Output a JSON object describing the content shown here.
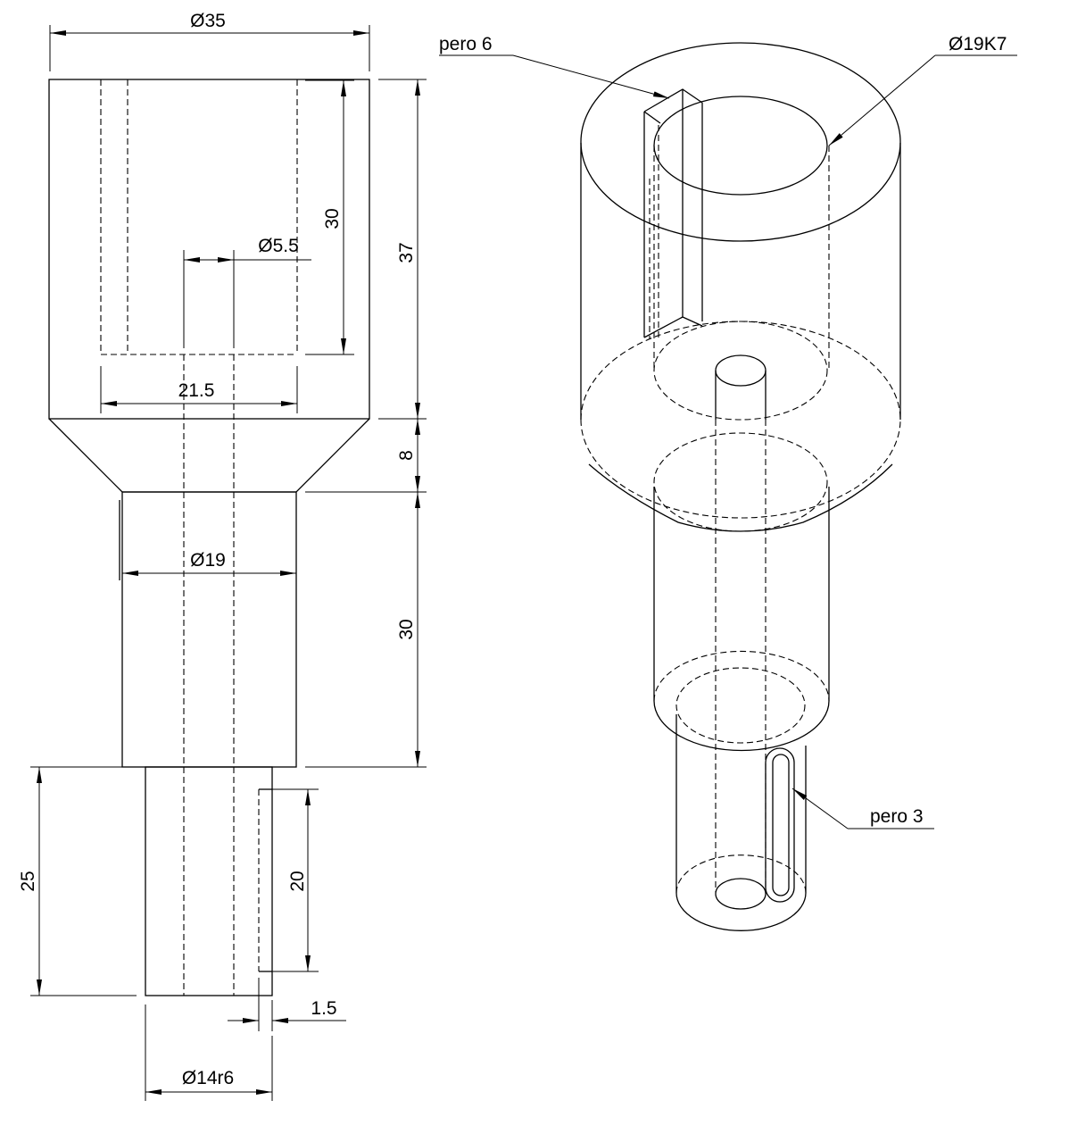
{
  "orthographic_view": {
    "dimensions": {
      "d35": "Ø35",
      "d5_5": "Ø5.5",
      "h30_bore": "30",
      "h37": "37",
      "w21_5": "21.5",
      "h8": "8",
      "d19": "Ø19",
      "h30_neck": "30",
      "h25": "25",
      "h20": "20",
      "w1_5": "1.5",
      "d14r6": "Ø14r6"
    }
  },
  "isometric_view": {
    "labels": {
      "pero6": "pero 6",
      "bore": "Ø19K7",
      "pero3": "pero 3"
    }
  }
}
